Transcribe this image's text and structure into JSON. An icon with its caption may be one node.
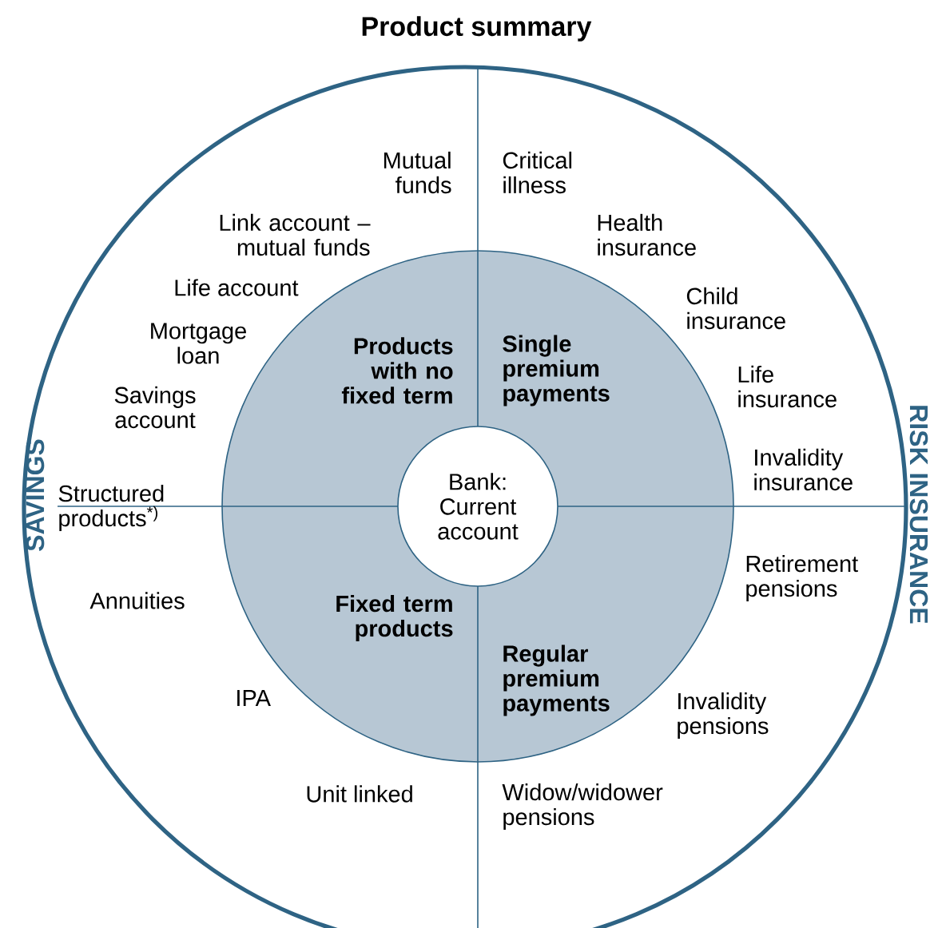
{
  "diagram": {
    "title": "Product summary",
    "nodes": [
      {
        "text": [
          "Products with no fixed term"
        ]
      },
      {
        "text": [
          "Single premium payments"
        ]
      },
      {
        "text": [
          "Fixed term products"
        ]
      },
      {
        "text": [
          "Regular premium payments"
        ]
      },
      {
        "text": [
          "Bank: Current account"
        ]
      }
    ],
    "labels": [
      "Mutual funds",
      "Critical illness",
      "Link account – mutual funds",
      "Health insurance",
      "Life account",
      "Child insurance",
      "Mortgage loan",
      "Life insurance",
      "Savings account",
      "Invalidity insurance",
      "SAVINGS",
      "RISK INSURANCE",
      "Structured products$^{*)}$",
      "Retirement pensions",
      "Annuities",
      "IPA",
      "Invalidity pensions",
      "Unit linked",
      "Widow/widower pensions"
    ]
  }
}
